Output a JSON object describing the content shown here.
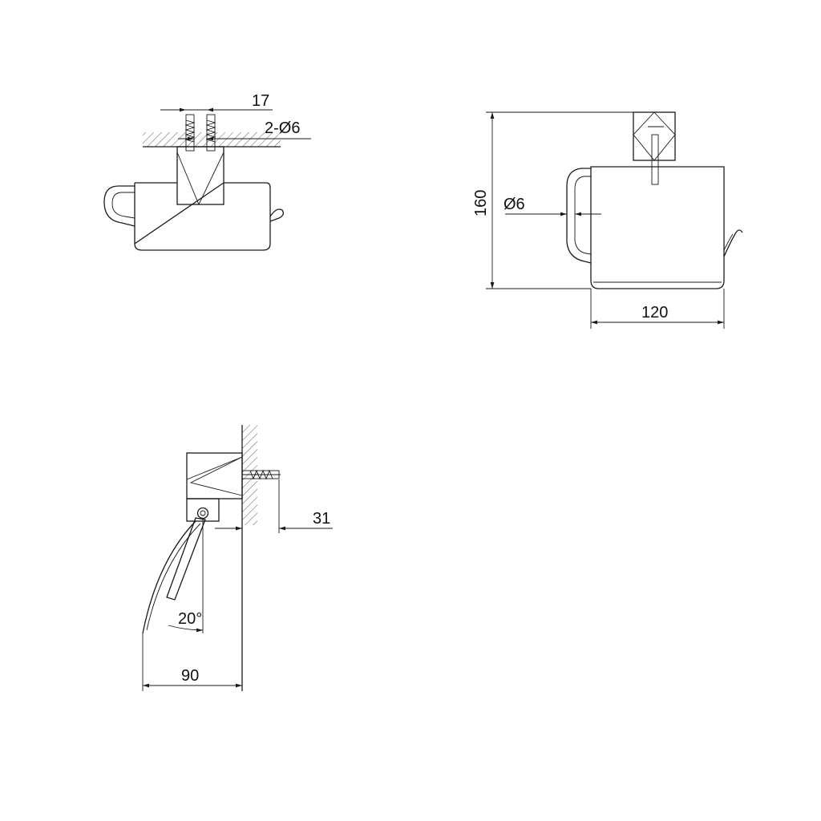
{
  "top_view": {
    "dims": {
      "width_17": "17",
      "holes": "2-Ø6"
    }
  },
  "front_view": {
    "dims": {
      "height": "160",
      "rod": "Ø6",
      "width": "120"
    }
  },
  "side_view": {
    "dims": {
      "projection": "31",
      "angle": "20°",
      "depth": "90"
    }
  }
}
